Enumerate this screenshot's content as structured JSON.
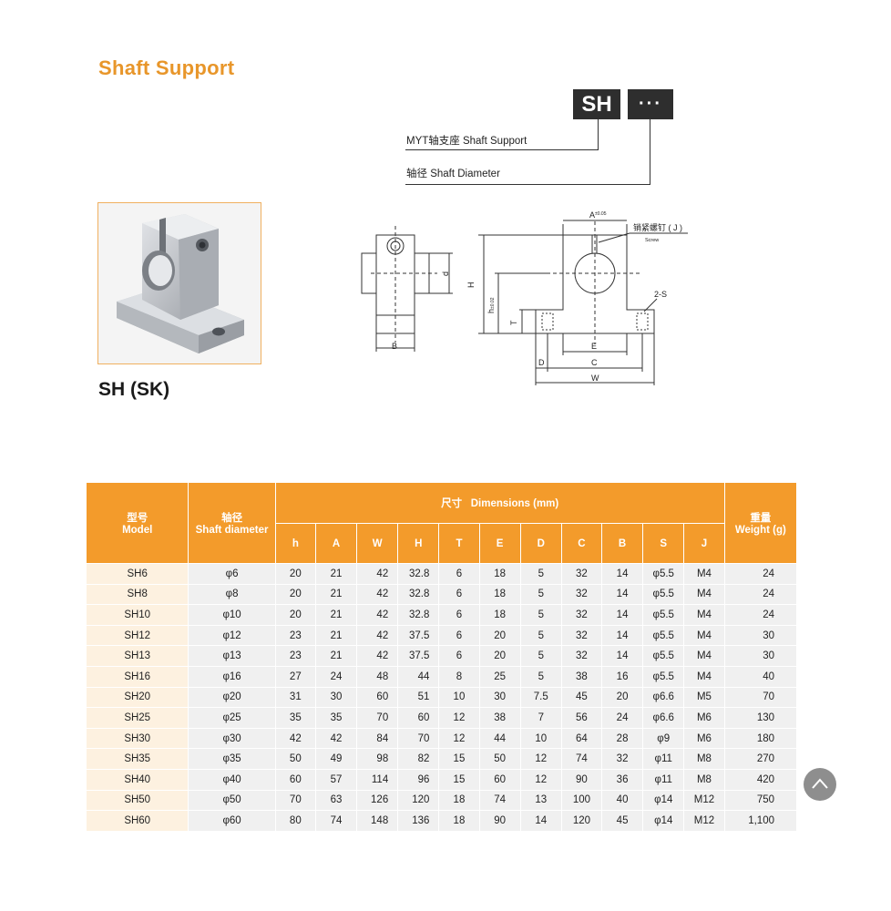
{
  "header": {
    "title": "Shaft Support",
    "code_main": "SH",
    "code_suffix": "···",
    "legend_1": "MYT轴支座  Shaft Support",
    "legend_2": "轴径  Shaft Diameter"
  },
  "product": {
    "caption": "SH (SK)"
  },
  "drawing": {
    "labels": {
      "A": "A",
      "A_tol": "±0.05",
      "screw_cn": "销紧螺钉 ( J )",
      "screw_en": "Screw",
      "d": "d",
      "H": "H",
      "h": "h",
      "h_tol": "±0.02",
      "T": "T",
      "S": "2-S",
      "B": "B",
      "E": "E",
      "D": "D",
      "C": "C",
      "W": "W"
    }
  },
  "table": {
    "model_cn": "型号",
    "model_en": "Model",
    "shaft_cn": "轴径",
    "shaft_en": "Shaft diameter",
    "dims_cn": "尺寸",
    "dims_en": "Dimensions (mm)",
    "weight_cn": "重量",
    "weight_en": "Weight (g)",
    "dim_columns": [
      "h",
      "A",
      "W",
      "H",
      "T",
      "E",
      "D",
      "C",
      "B",
      "S",
      "J"
    ],
    "rows": [
      [
        "SH6",
        "φ6",
        "20",
        "21",
        "42",
        "32.8",
        "6",
        "18",
        "5",
        "32",
        "14",
        "φ5.5",
        "M4",
        "24"
      ],
      [
        "SH8",
        "φ8",
        "20",
        "21",
        "42",
        "32.8",
        "6",
        "18",
        "5",
        "32",
        "14",
        "φ5.5",
        "M4",
        "24"
      ],
      [
        "SH10",
        "φ10",
        "20",
        "21",
        "42",
        "32.8",
        "6",
        "18",
        "5",
        "32",
        "14",
        "φ5.5",
        "M4",
        "24"
      ],
      [
        "SH12",
        "φ12",
        "23",
        "21",
        "42",
        "37.5",
        "6",
        "20",
        "5",
        "32",
        "14",
        "φ5.5",
        "M4",
        "30"
      ],
      [
        "SH13",
        "φ13",
        "23",
        "21",
        "42",
        "37.5",
        "6",
        "20",
        "5",
        "32",
        "14",
        "φ5.5",
        "M4",
        "30"
      ],
      [
        "SH16",
        "φ16",
        "27",
        "24",
        "48",
        "44",
        "8",
        "25",
        "5",
        "38",
        "16",
        "φ5.5",
        "M4",
        "40"
      ],
      [
        "SH20",
        "φ20",
        "31",
        "30",
        "60",
        "51",
        "10",
        "30",
        "7.5",
        "45",
        "20",
        "φ6.6",
        "M5",
        "70"
      ],
      [
        "SH25",
        "φ25",
        "35",
        "35",
        "70",
        "60",
        "12",
        "38",
        "7",
        "56",
        "24",
        "φ6.6",
        "M6",
        "130"
      ],
      [
        "SH30",
        "φ30",
        "42",
        "42",
        "84",
        "70",
        "12",
        "44",
        "10",
        "64",
        "28",
        "φ9",
        "M6",
        "180"
      ],
      [
        "SH35",
        "φ35",
        "50",
        "49",
        "98",
        "82",
        "15",
        "50",
        "12",
        "74",
        "32",
        "φ11",
        "M8",
        "270"
      ],
      [
        "SH40",
        "φ40",
        "60",
        "57",
        "114",
        "96",
        "15",
        "60",
        "12",
        "90",
        "36",
        "φ11",
        "M8",
        "420"
      ],
      [
        "SH50",
        "φ50",
        "70",
        "63",
        "126",
        "120",
        "18",
        "74",
        "13",
        "100",
        "40",
        "φ14",
        "M12",
        "750"
      ],
      [
        "SH60",
        "φ60",
        "80",
        "74",
        "148",
        "136",
        "18",
        "90",
        "14",
        "120",
        "45",
        "φ14",
        "M12",
        "1,100"
      ]
    ]
  },
  "controls": {
    "scroll_top_icon": "chevron-up-icon"
  }
}
